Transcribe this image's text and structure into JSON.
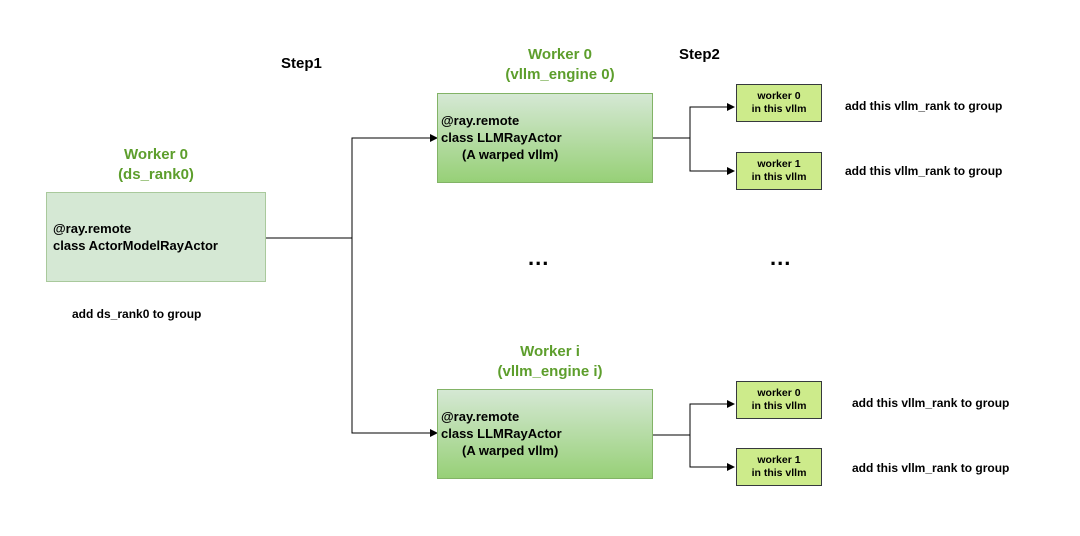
{
  "step1": "Step1",
  "step2": "Step2",
  "actor": {
    "title_line1": "Worker 0",
    "title_line2": "(ds_rank0)",
    "code_line1": "@ray.remote",
    "code_line2": "class ActorModelRayActor",
    "note": "add ds_rank0 to group"
  },
  "engines": [
    {
      "title_line1": "Worker 0",
      "title_line2": "(vllm_engine 0)",
      "code_line1": "@ray.remote",
      "code_line2": "class LLMRayActor",
      "code_line3": "(A warped vllm)",
      "ranks": [
        {
          "line1": "worker 0",
          "line2": "in this vllm",
          "note": "add this vllm_rank to group"
        },
        {
          "line1": "worker 1",
          "line2": "in this vllm",
          "note": "add this vllm_rank to group"
        }
      ]
    },
    {
      "title_line1": "Worker i",
      "title_line2": "(vllm_engine i)",
      "code_line1": "@ray.remote",
      "code_line2": "class LLMRayActor",
      "code_line3": "(A warped vllm)",
      "ranks": [
        {
          "line1": "worker 0",
          "line2": "in this vllm",
          "note": "add this vllm_rank to group"
        },
        {
          "line1": "worker 1",
          "line2": "in this vllm",
          "note": "add this vllm_rank to group"
        }
      ]
    }
  ],
  "ellipsis_left": "...",
  "ellipsis_right": "...",
  "colors": {
    "title_green": "#5d9e2c",
    "actor_fill": "#d5e8d4",
    "engine_fill_top": "#d5e8d4",
    "engine_fill_bottom": "#97d077",
    "rank_fill": "#cdeb8b"
  }
}
